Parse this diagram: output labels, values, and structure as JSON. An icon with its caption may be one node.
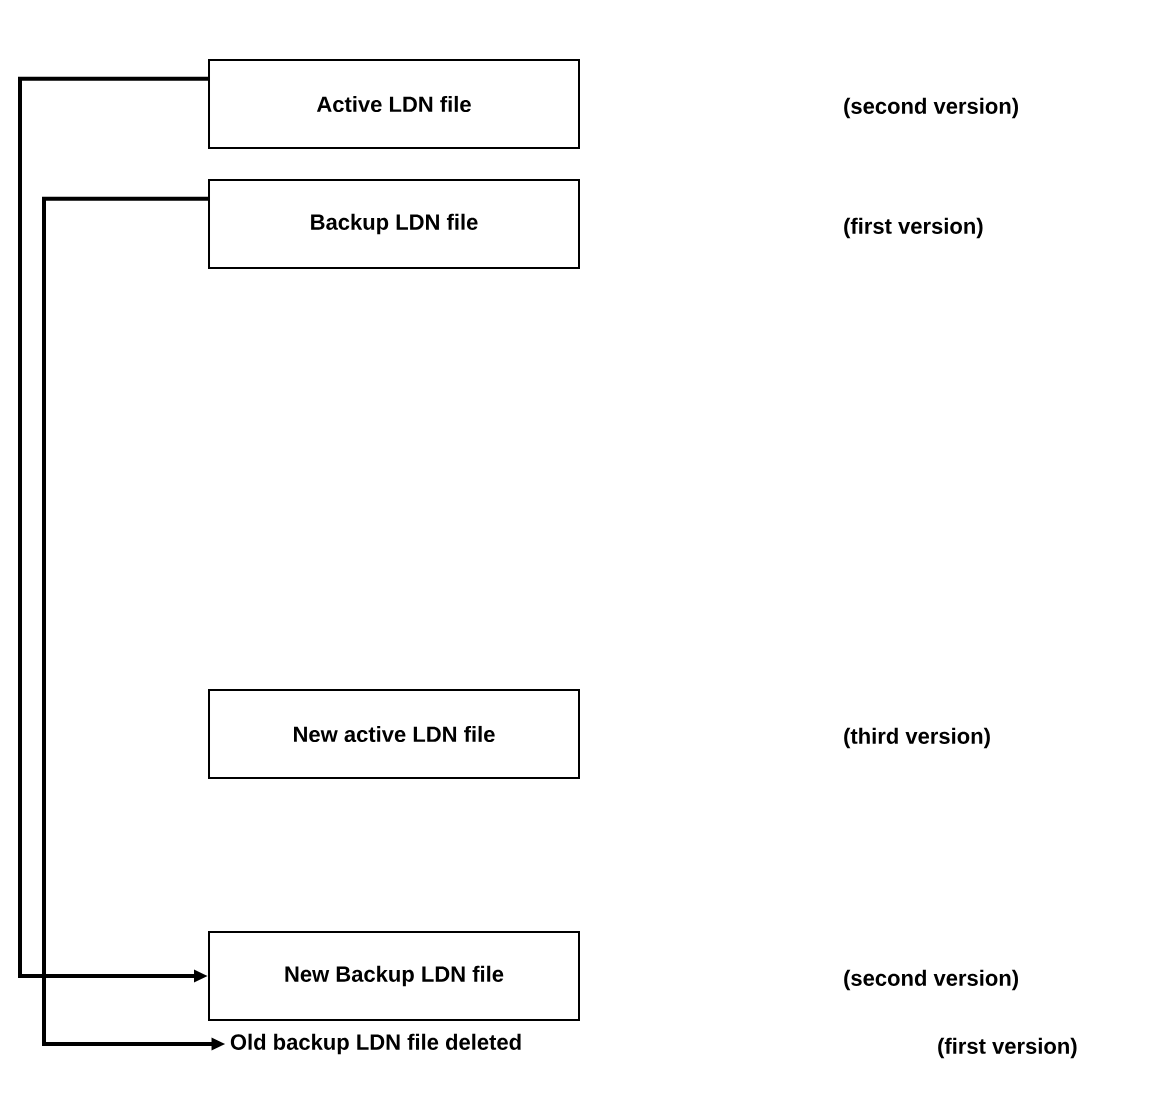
{
  "diagram": {
    "nodes": [
      {
        "text": [
          "Active LDN file"
        ]
      },
      {
        "text": [
          "Backup LDN file"
        ]
      },
      {
        "text": [
          "New active LDN file"
        ]
      },
      {
        "text": [
          "New Backup LDN file"
        ]
      },
      {
        "text": [
          "Old backup LDN file deleted"
        ]
      }
    ],
    "labels": [
      "(second version)",
      "(first version)",
      "(third version)",
      "(second version)",
      "(first version)"
    ],
    "edges": [
      {
        "from": 0,
        "to": 3,
        "arrow": "to"
      },
      {
        "from": 1,
        "to": 4,
        "arrow": "to"
      }
    ]
  }
}
